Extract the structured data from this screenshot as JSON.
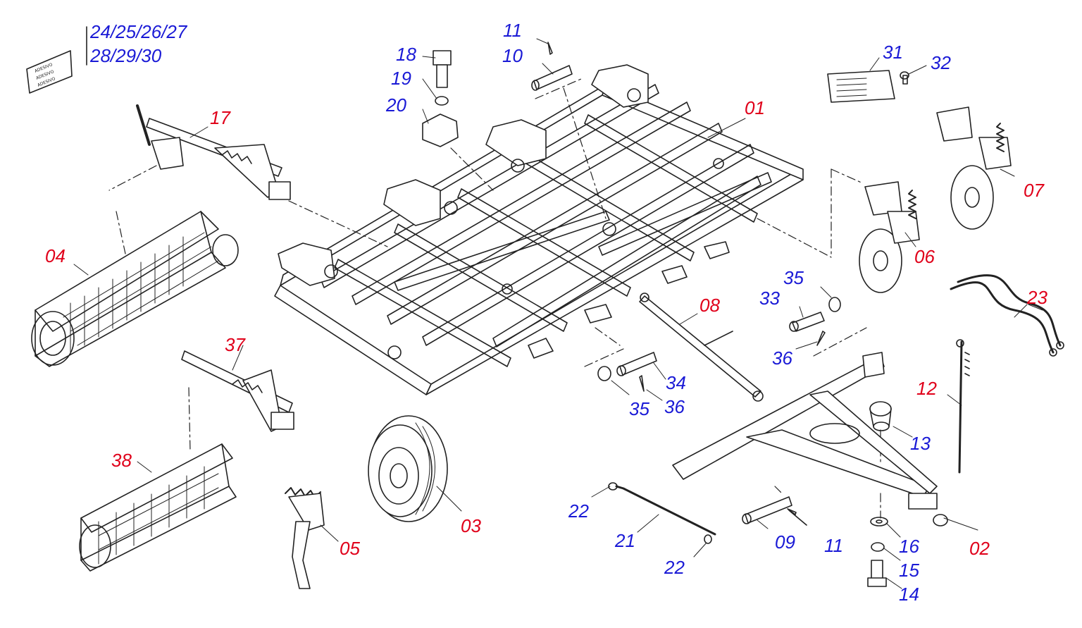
{
  "colors": {
    "assembly": "#e0001a",
    "component": "#1a1ad6",
    "line": "#222222"
  },
  "sticker": {
    "text": "ADESIVO",
    "range_line1": "24/25/26/27",
    "range_line2": "28/29/30"
  },
  "callouts": {
    "c01": "01",
    "c02": "02",
    "c03": "03",
    "c04": "04",
    "c05": "05",
    "c06": "06",
    "c07": "07",
    "c08": "08",
    "c09": "09",
    "c10": "10",
    "c11a": "11",
    "c11b": "11",
    "c12": "12",
    "c13": "13",
    "c14": "14",
    "c15": "15",
    "c16": "16",
    "c17": "17",
    "c18": "18",
    "c19": "19",
    "c20": "20",
    "c21": "21",
    "c22a": "22",
    "c22b": "22",
    "c23": "23",
    "c31": "31",
    "c32": "32",
    "c33": "33",
    "c34": "34",
    "c35a": "35",
    "c35b": "35",
    "c36a": "36",
    "c36b": "36",
    "c37": "37",
    "c38": "38"
  }
}
